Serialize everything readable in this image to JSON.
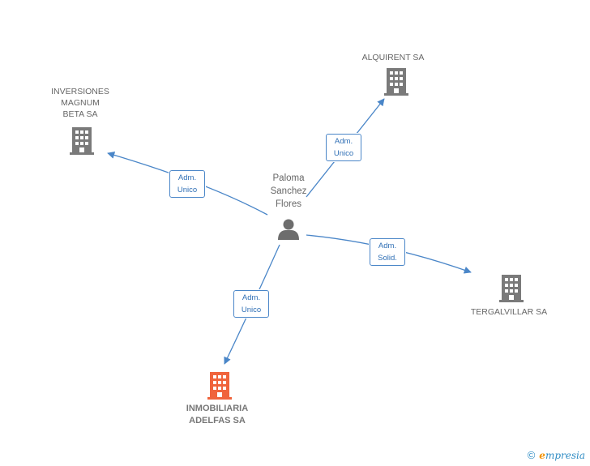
{
  "person": {
    "name_lines": [
      "Paloma",
      "Sanchez",
      "Flores"
    ]
  },
  "companies": {
    "alquirent": {
      "lines": [
        "ALQUIRENT SA"
      ]
    },
    "inversiones": {
      "lines": [
        "INVERSIONES",
        "MAGNUM",
        "BETA SA"
      ]
    },
    "tergalvillar": {
      "lines": [
        "TERGALVILLAR SA"
      ]
    },
    "inmobiliaria": {
      "lines": [
        "INMOBILIARIA",
        "ADELFAS SA"
      ]
    }
  },
  "edges": {
    "alquirent": {
      "lines": [
        "Adm.",
        "Unico"
      ]
    },
    "inversiones": {
      "lines": [
        "Adm.",
        "Unico"
      ]
    },
    "tergalvillar": {
      "lines": [
        "Adm.",
        "Solid."
      ]
    },
    "inmobiliaria": {
      "lines": [
        "Adm.",
        "Unico"
      ]
    }
  },
  "colors": {
    "edge": "#4a86c8",
    "building": "#7a7a7a",
    "building_main": "#f0643c",
    "person": "#6d6d6d"
  },
  "footer": {
    "copyright_symbol": "©",
    "brand_initial": "e",
    "brand_rest": "mpresia"
  }
}
